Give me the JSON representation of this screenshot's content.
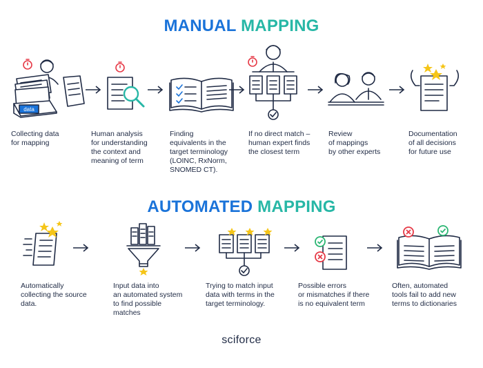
{
  "manual": {
    "title_part1": "MANUAL",
    "title_part2": "MAPPING",
    "steps": [
      {
        "caption": "Collecting data\nfor mapping",
        "icon": "data-box-icon",
        "box_label": "data"
      },
      {
        "caption": "Human analysis\nfor understanding\nthe context and\nmeaning of term",
        "icon": "document-magnifier-icon"
      },
      {
        "caption": "Finding\nequivalents in the\ntarget terminology\n(LOINC, RxNorm,\nSNOMED CT).",
        "icon": "open-book-icon"
      },
      {
        "caption": "If no direct match –\nhuman expert finds\nthe closest term",
        "icon": "expert-choice-icon"
      },
      {
        "caption": "Review\nof mappings\nby other experts",
        "icon": "experts-review-icon"
      },
      {
        "caption": "Documentation\nof all decisions\nfor future use",
        "icon": "hands-document-icon"
      }
    ]
  },
  "automated": {
    "title_part1": "AUTOMATED",
    "title_part2": "MAPPING",
    "steps": [
      {
        "caption": "Automatically\ncollecting the source\ndata.",
        "icon": "auto-documents-icon"
      },
      {
        "caption": "Input data into\nan automated system\nto find possible\nmatches",
        "icon": "funnel-icon"
      },
      {
        "caption": "Trying to match input\ndata with terms in the\ntarget terminology.",
        "icon": "match-documents-icon"
      },
      {
        "caption": "Possible errors\nor mismatches if there\nis no equivalent term",
        "icon": "errors-document-icon"
      },
      {
        "caption": "Often, automated\ntools fail to add new\nterms to dictionaries",
        "icon": "book-check-x-icon"
      }
    ]
  },
  "footer": {
    "logo_text": "sciforce"
  },
  "colors": {
    "navy": "#1f2a44",
    "blue": "#1a73d9",
    "teal": "#27b7a6",
    "red": "#e63946",
    "green": "#2bb673",
    "gold": "#f5c518"
  }
}
